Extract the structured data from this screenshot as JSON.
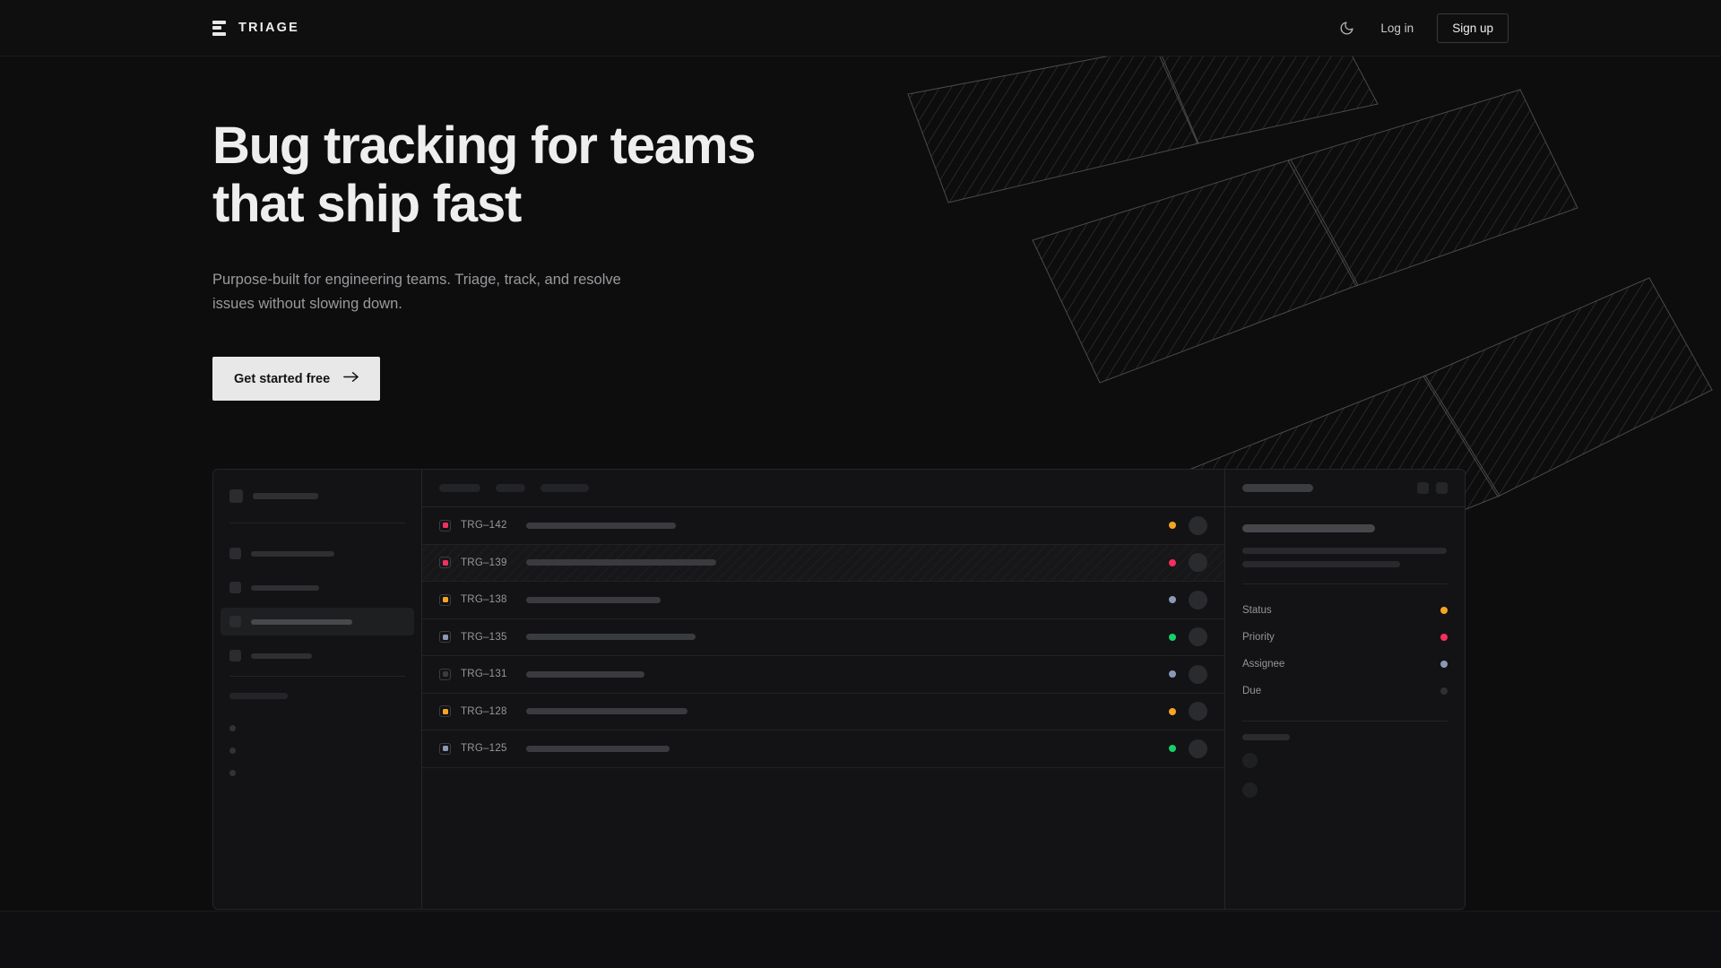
{
  "nav": {
    "brand": "TRIAGE",
    "brand_icon": "bars-logo-icon",
    "theme_toggle_icon": "moon-icon",
    "login_label": "Log in",
    "signup_label": "Sign up"
  },
  "hero": {
    "headline_line1": "Bug tracking for teams",
    "headline_line2": "that ship fast",
    "subhead": "Purpose-built for engineering teams. Triage, track, and resolve issues without slowing down.",
    "cta_label": "Get started free",
    "cta_icon": "arrow-right-icon"
  },
  "colors": {
    "page_bg": "#0d0d0e",
    "panel_bg": "#131315",
    "border": "#262629",
    "text_primary": "#eeeeee",
    "text_muted": "#9a9a9e",
    "accent_cta_bg": "#e8e8e8",
    "status_orange": "#f5a524",
    "status_pink": "#f3305f",
    "status_blue": "#8a99b5",
    "status_green": "#17d06a",
    "status_grey": "#3a3b3f"
  },
  "mockup": {
    "sidebar": {
      "workspace_icon": "workspace-square-icon",
      "nav_items": [
        {
          "name": "nav-item-1",
          "width": 93,
          "active": false
        },
        {
          "name": "nav-item-2",
          "width": 76,
          "active": false
        },
        {
          "name": "nav-item-3",
          "width": 113,
          "active": true
        },
        {
          "name": "nav-item-4",
          "width": 68,
          "active": false
        }
      ],
      "section_label_width": 65,
      "project_dots": 3
    },
    "toolbar": {
      "filters": [
        {
          "name": "filter-chip-1",
          "width": 46
        },
        {
          "name": "filter-chip-2",
          "width": 33
        },
        {
          "name": "filter-chip-3",
          "width": 54
        }
      ]
    },
    "list": {
      "rows": [
        {
          "id": "TRG–142",
          "priority": "high",
          "priority_color": "#f3305f",
          "title_width": 167,
          "status": "in-progress",
          "status_color": "#f5a524",
          "selected": false
        },
        {
          "id": "TRG–139",
          "priority": "high",
          "priority_color": "#f3305f",
          "title_width": 212,
          "status": "urgent",
          "status_color": "#f3305f",
          "selected": true
        },
        {
          "id": "TRG–138",
          "priority": "medium",
          "priority_color": "#f5a524",
          "title_width": 150,
          "status": "backlog",
          "status_color": "#8a99b5",
          "selected": false
        },
        {
          "id": "TRG–135",
          "priority": "low",
          "priority_color": "#8a99b5",
          "title_width": 189,
          "status": "done",
          "status_color": "#17d06a",
          "selected": false
        },
        {
          "id": "TRG–131",
          "priority": "none",
          "priority_color": "#3a3b3f",
          "title_width": 132,
          "status": "backlog",
          "status_color": "#8a99b5",
          "selected": false
        },
        {
          "id": "TRG–128",
          "priority": "medium",
          "priority_color": "#f5a524",
          "title_width": 180,
          "status": "in-progress",
          "status_color": "#f5a524",
          "selected": false
        },
        {
          "id": "TRG–125",
          "priority": "low",
          "priority_color": "#8a99b5",
          "title_width": 160,
          "status": "done",
          "status_color": "#17d06a",
          "selected": false
        }
      ]
    },
    "detail": {
      "header_buttons": [
        "detail-action-1",
        "detail-action-2"
      ],
      "description_lines": [
        228,
        176
      ],
      "fields": [
        {
          "label": "Status",
          "color": "#f5a524"
        },
        {
          "label": "Priority",
          "color": "#f3305f"
        },
        {
          "label": "Assignee",
          "color": "#8a99b5"
        },
        {
          "label": "Due",
          "color": "#2f3033"
        }
      ],
      "activity_items": 2
    }
  }
}
